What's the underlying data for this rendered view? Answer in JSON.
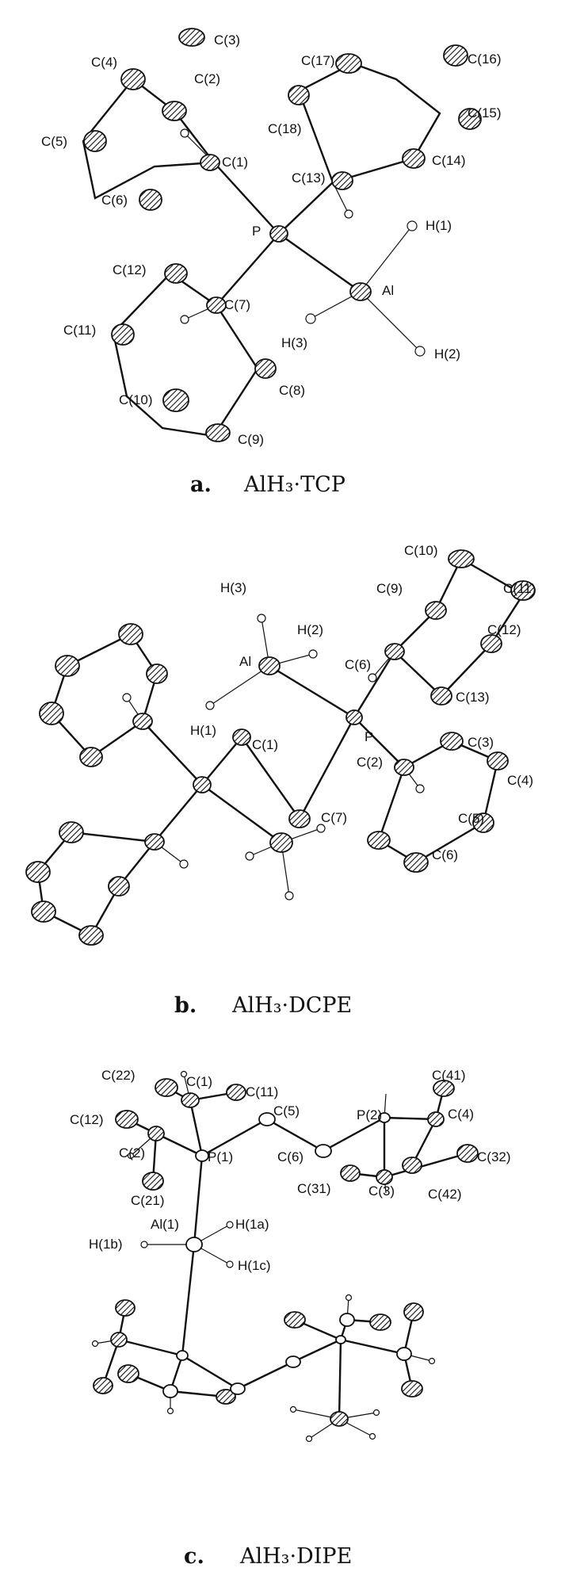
{
  "panels": [
    {
      "letter": "a.",
      "formula": "AlH₃·TCP",
      "labels": [
        "C(3)",
        "C(4)",
        "C(2)",
        "C(17)",
        "C(16)",
        "C(5)",
        "C(1)",
        "C(18)",
        "C(15)",
        "C(6)",
        "C(13)",
        "C(14)",
        "P",
        "H(1)",
        "C(12)",
        "C(7)",
        "Al",
        "C(11)",
        "H(3)",
        "H(2)",
        "C(8)",
        "C(10)",
        "C(9)"
      ]
    },
    {
      "letter": "b.",
      "formula": "AlH₃·DCPE",
      "labels": [
        "C(10)",
        "C(11)",
        "H(3)",
        "C(9)",
        "H(2)",
        "C(12)",
        "Al",
        "C(6)",
        "C(13)",
        "P",
        "H(1)",
        "C(1)",
        "C(3)",
        "C(2)",
        "C(4)",
        "C(7)",
        "C(5)",
        "C(6)"
      ]
    },
    {
      "letter": "c.",
      "formula": "AlH₃·DIPE",
      "labels": [
        "C(22)",
        "C(1)",
        "C(11)",
        "C(41)",
        "C(12)",
        "C(5)",
        "P(2)",
        "C(4)",
        "C(2)",
        "P(1)",
        "C(6)",
        "C(32)",
        "C(21)",
        "C(31)",
        "C(3)",
        "C(42)",
        "H(1b)",
        "Al(1)",
        "H(1a)",
        "H(1c)"
      ]
    }
  ]
}
